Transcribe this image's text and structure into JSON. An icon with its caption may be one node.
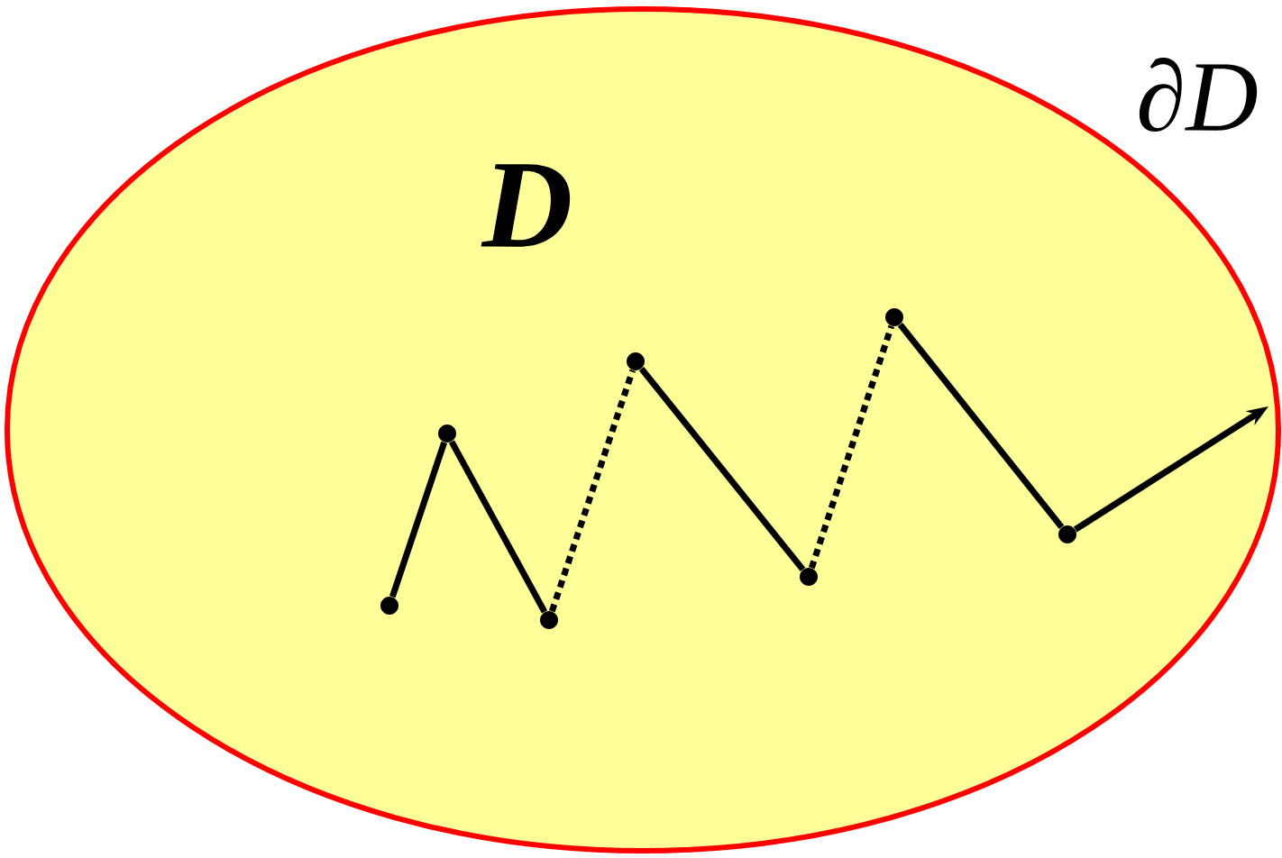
{
  "diagram": {
    "nodes": [
      {
        "text": [
          "D"
        ],
        "beside": [
          "∂D"
        ]
      },
      {
        "text": [],
        "shape": "circle",
        "in": 0
      },
      {
        "text": [],
        "shape": "circle",
        "in": 0
      },
      {
        "text": [],
        "shape": "circle",
        "in": 0
      },
      {
        "text": [],
        "shape": "circle",
        "in": 0
      },
      {
        "text": [],
        "shape": "circle",
        "in": 0
      },
      {
        "text": [],
        "shape": "circle",
        "in": 0
      },
      {
        "text": [],
        "shape": "circle",
        "in": 0
      }
    ],
    "edges": [
      {
        "from": 1,
        "to": 2,
        "arrow": "none"
      },
      {
        "from": 2,
        "to": 3,
        "arrow": "none"
      },
      {
        "from": 3,
        "to": 4,
        "arrow": "none",
        "style": "dashed"
      },
      {
        "from": 4,
        "to": 5,
        "arrow": "none"
      },
      {
        "from": 5,
        "to": 6,
        "arrow": "none",
        "style": "dashed"
      },
      {
        "from": 6,
        "to": 7,
        "arrow": "none"
      },
      {
        "from": 7,
        "to": null,
        "arrow": "to"
      }
    ]
  }
}
